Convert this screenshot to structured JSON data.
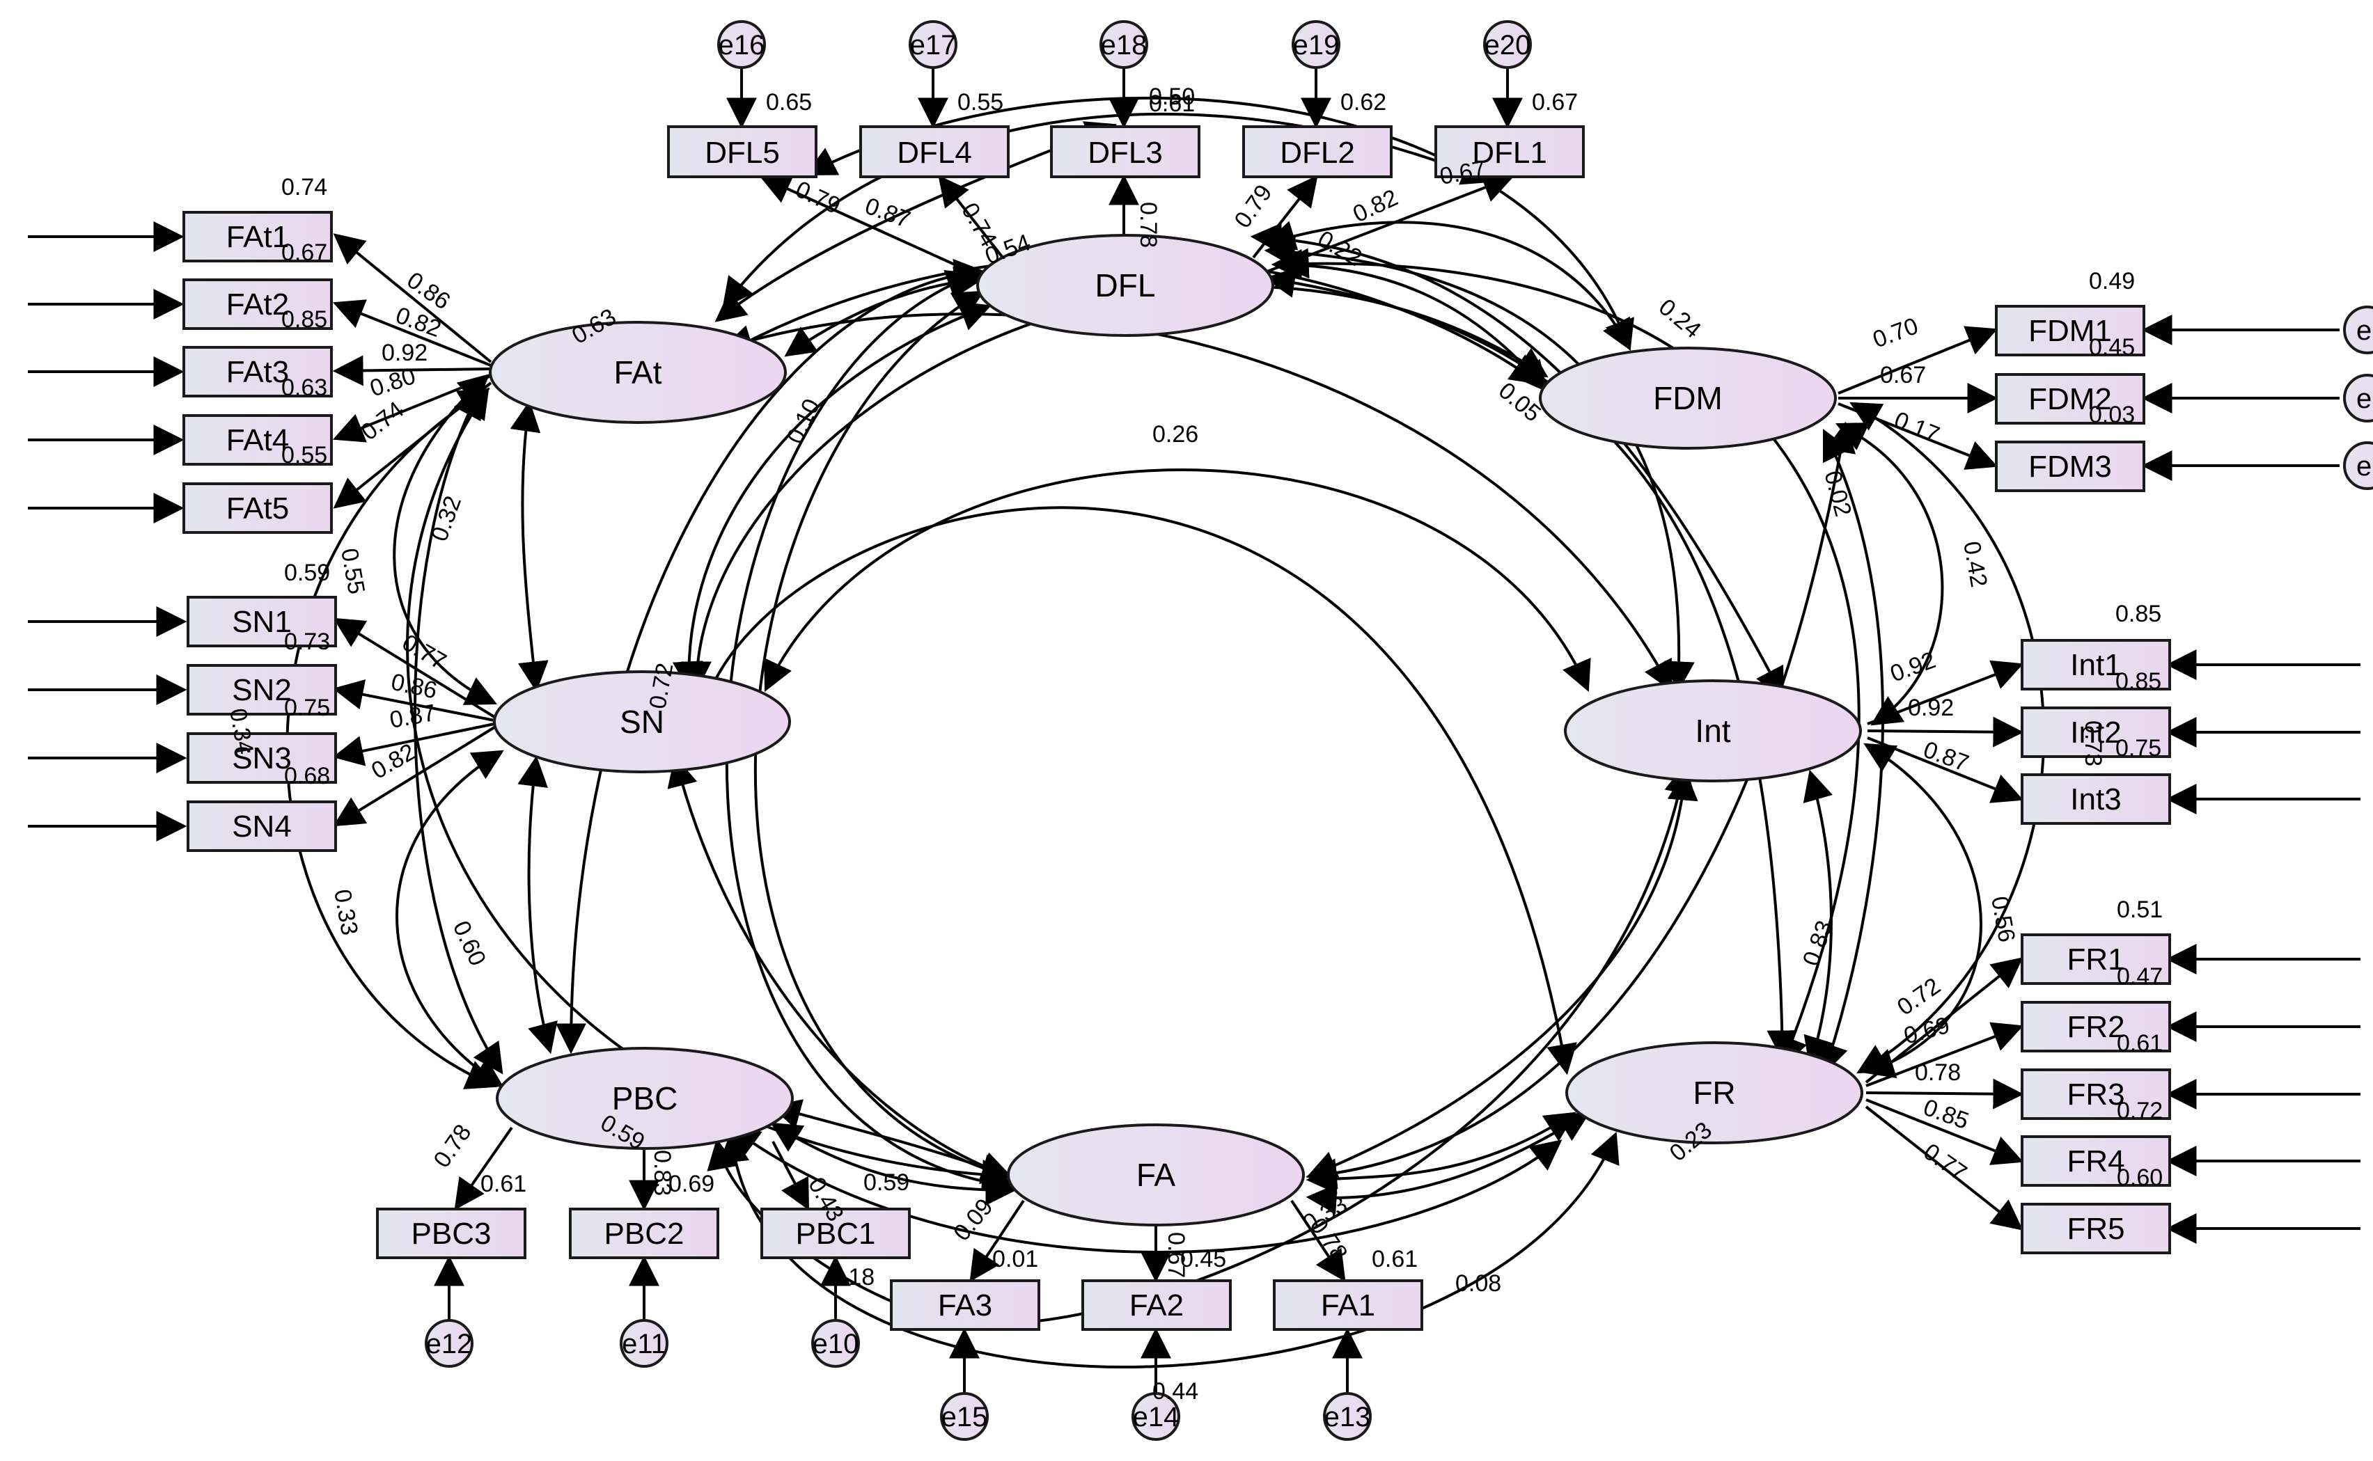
{
  "latents": {
    "DFL": "DFL",
    "FAt": "FAt",
    "FDM": "FDM",
    "SN": "SN",
    "Int": "Int",
    "PBC": "PBC",
    "FA": "FA",
    "FR": "FR"
  },
  "observed": {
    "DFL5": "DFL5",
    "DFL4": "DFL4",
    "DFL3": "DFL3",
    "DFL2": "DFL2",
    "DFL1": "DFL1",
    "FAt1": "FAt1",
    "FAt2": "FAt2",
    "FAt3": "FAt3",
    "FAt4": "FAt4",
    "FAt5": "FAt5",
    "SN1": "SN1",
    "SN2": "SN2",
    "SN3": "SN3",
    "SN4": "SN4",
    "FDM1": "FDM1",
    "FDM2": "FDM2",
    "FDM3": "FDM3",
    "Int1": "Int1",
    "Int2": "Int2",
    "Int3": "Int3",
    "FR1": "FR1",
    "FR2": "FR2",
    "FR3": "FR3",
    "FR4": "FR4",
    "FR5": "FR5",
    "PBC3": "PBC3",
    "PBC2": "PBC2",
    "PBC1": "PBC1",
    "FA3": "FA3",
    "FA2": "FA2",
    "FA1": "FA1"
  },
  "errors": {
    "e16": "e16",
    "e17": "e17",
    "e18": "e18",
    "e19": "e19",
    "e20": "e20",
    "e12": "e12",
    "e11": "e11",
    "e10": "e10",
    "e15": "e15",
    "e14": "e14",
    "e13": "e13",
    "e_partial": "e"
  },
  "r2": {
    "DFL5": "0.65",
    "DFL4": "0.55",
    "DFL3a": "0.50",
    "DFL3b": "0.61",
    "DFL2": "0.62",
    "DFL1": "0.67",
    "FAt1": "0.74",
    "FAt2": "0.67",
    "FAt3": "0.85",
    "FAt4": "0.63",
    "FAt5": "0.55",
    "SN1": "0.59",
    "SN2": "0.73",
    "SN3": "0.75",
    "SN4": "0.68",
    "FDM1": "0.49",
    "FDM2": "0.45",
    "FDM3": "0.03",
    "Int1": "0.85",
    "Int2": "0.85",
    "Int3": "0.75",
    "FR1": "0.51",
    "FR2": "0.47",
    "FR3": "0.61",
    "FR4": "0.72",
    "FR5": "0.60",
    "PBC3": "0.61",
    "PBC2": "0.69",
    "PBC1": "0.18",
    "FA3": "0.01",
    "FA2": "0.45",
    "FA1": "0.61",
    "FA_bottom": "0.44"
  },
  "loadings": {
    "FAt1": "0.86",
    "FAt2": "0.82",
    "FAt3": "0.92",
    "FAt4": "0.80",
    "FAt5": "0.74",
    "SN1": "0.77",
    "SN2": "0.86",
    "SN3": "0.87",
    "SN4": "0.82",
    "DFL5": "0.79",
    "DFL4": "0.74",
    "DFL3": "0.78",
    "DFL2": "0.79",
    "DFL1": "0.82",
    "FDM1": "0.70",
    "FDM2": "0.67",
    "FDM3": "0.17",
    "Int1": "0.92",
    "Int2": "0.92",
    "Int3": "0.87",
    "FR1": "0.72",
    "FR2": "0.69",
    "FR3": "0.78",
    "FR4": "0.85",
    "FR5": "0.77",
    "PBC3": "0.78",
    "PBC2": "0.83",
    "PBC1": "0.43",
    "FA3": "0.09",
    "FA2": "0.67",
    "FA1": "0.78"
  },
  "covariances": {
    "FAt_DFL": "0.63",
    "DFL5_x": "0.87",
    "DFL_FAt_b": "0.54",
    "DFL2_x": "0.22",
    "DFL1_x": "0.67",
    "DFL_FDM": "0.24",
    "FDM_x": "0.05",
    "FAt_SN": "0.32",
    "FAt_PBC": "0.55",
    "SN_x": "0.72",
    "DFL_FA": "0.10",
    "SN_Int": "0.26",
    "FDM_Int": "0.42",
    "FDM_FR": "0.02",
    "Int_FR": "0.56",
    "Int_FA": "0.83",
    "SN_PBC_outer": "0.34",
    "SN_PBC": "0.33",
    "FAt_FA": "0.60",
    "PBC_FA": "0.59",
    "PBC_FR": "0.59",
    "FA_FR": "0.23",
    "PBC_FR_bottom": "0.08",
    "Int2_x": "0.73",
    "FA_x": "0.33"
  }
}
